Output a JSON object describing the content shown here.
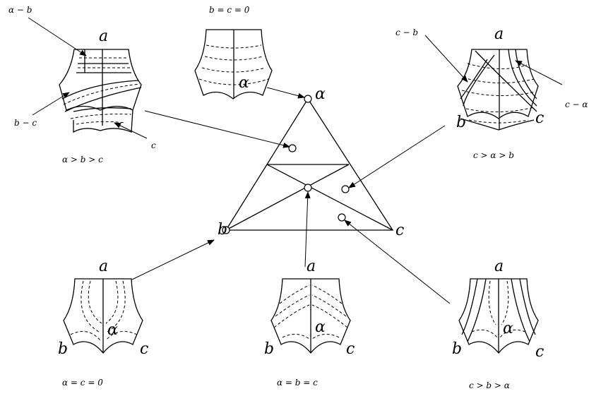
{
  "triangle": {
    "vertex_top": "α",
    "vertex_left": "b",
    "vertex_right": "c"
  },
  "panels": {
    "top_left": {
      "caption": "α > b > c",
      "corner_a": "a",
      "ann_alpha_minus_b": "α − b",
      "ann_b_minus_c": "b − c",
      "ann_c": "c"
    },
    "top_center": {
      "caption": "b = c = 0",
      "center": "α"
    },
    "top_right": {
      "caption": "c > α > b",
      "corner_a": "a",
      "corner_b": "b",
      "corner_c": "c",
      "ann_c_minus_b": "c − b",
      "ann_c_minus_alpha": "c − α"
    },
    "bottom_left": {
      "caption": "α = c = 0",
      "corner_a": "a",
      "corner_b": "b",
      "corner_c": "c",
      "center": "α"
    },
    "bottom_center": {
      "caption": "α = b = c",
      "corner_a": "a",
      "corner_b": "b",
      "corner_c": "c",
      "center": "α"
    },
    "bottom_right": {
      "caption": "c > b > α",
      "corner_a": "a",
      "corner_b": "b",
      "corner_c": "c",
      "center": "α"
    }
  }
}
